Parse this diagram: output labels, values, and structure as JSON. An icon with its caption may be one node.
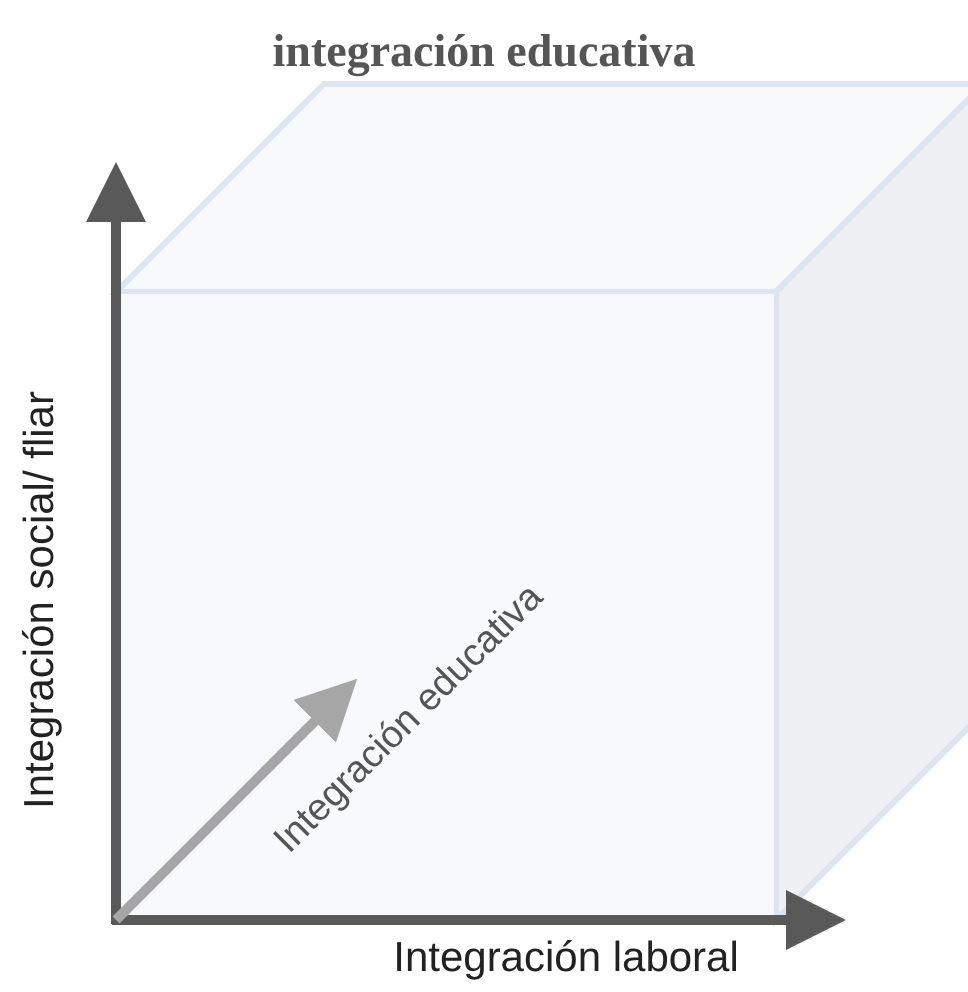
{
  "diagram": {
    "title": "integración educativa",
    "labels": [
      "Integración social/ fliar",
      "Integración educativa",
      "Integración laboral"
    ]
  }
}
